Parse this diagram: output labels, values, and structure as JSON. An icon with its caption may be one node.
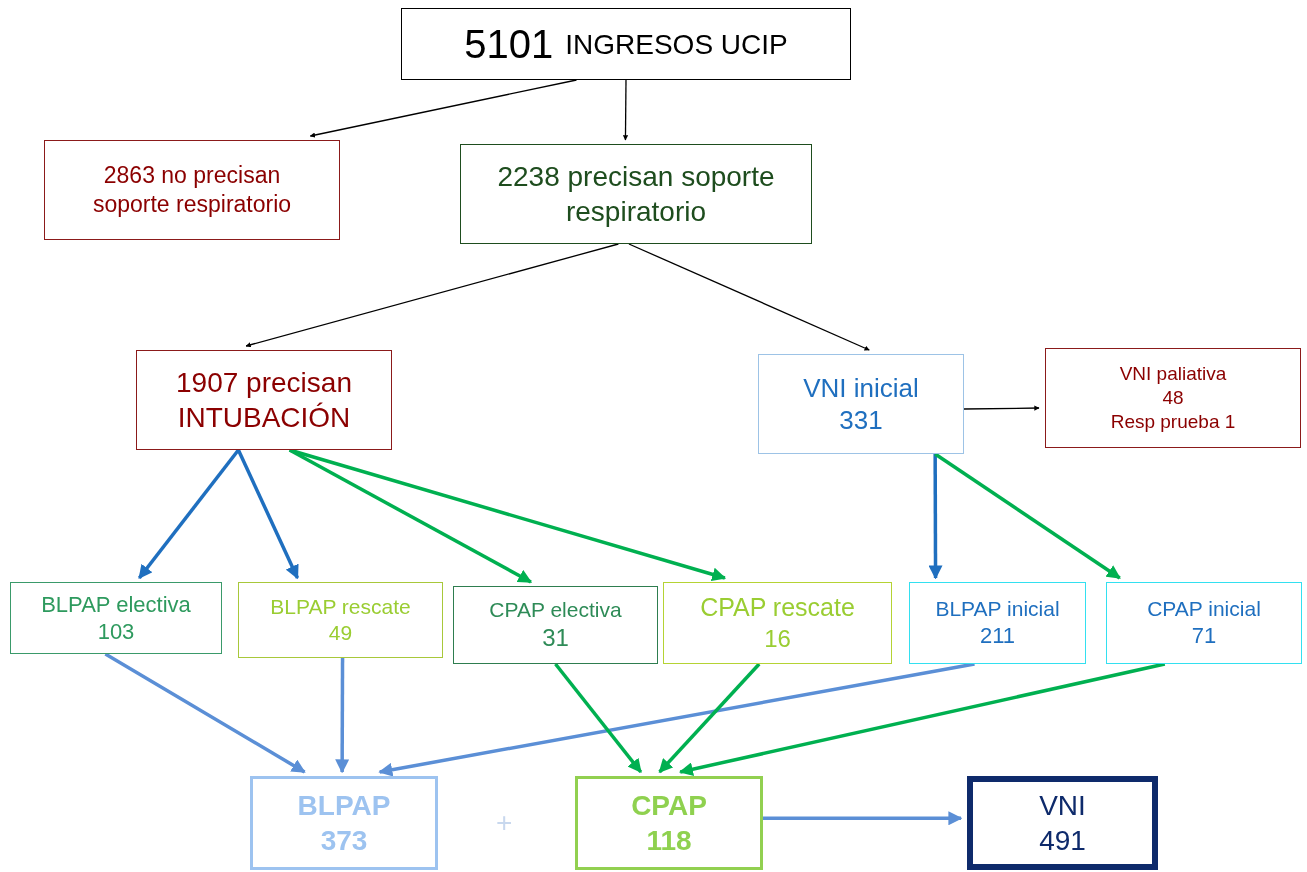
{
  "diagram": {
    "nodes": [
      {
        "text": [
          "5101",
          "INGRESOS UCIP"
        ]
      },
      {
        "text": [
          "2863 no precisan soporte respiratorio"
        ]
      },
      {
        "text": [
          "2238  precisan soporte respiratorio"
        ]
      },
      {
        "text": [
          "1907 precisan INTUBACIÓN"
        ]
      },
      {
        "text": [
          "VNI inicial",
          "331"
        ]
      },
      {
        "text": [
          "VNI paliativa",
          "48",
          "Resp  prueba 1"
        ]
      },
      {
        "text": [
          "BLPAP electiva",
          "103"
        ]
      },
      {
        "text": [
          "BLPAP rescate",
          "49"
        ]
      },
      {
        "text": [
          "CPAP electiva",
          "31"
        ]
      },
      {
        "text": [
          "CPAP rescate",
          "16"
        ]
      },
      {
        "text": [
          "BLPAP inicial",
          "211"
        ]
      },
      {
        "text": [
          "CPAP inicial",
          "71"
        ]
      },
      {
        "text": [
          "BLPAP",
          "373"
        ]
      },
      {
        "text": [
          "CPAP",
          "118"
        ]
      },
      {
        "text": [
          "VNI",
          "491"
        ]
      }
    ],
    "edges": [
      {
        "from": 0,
        "to": 1,
        "arrow": "to",
        "color": "#000000"
      },
      {
        "from": 0,
        "to": 2,
        "arrow": "to",
        "color": "#000000"
      },
      {
        "from": 2,
        "to": 3,
        "arrow": "to",
        "color": "#000000"
      },
      {
        "from": 2,
        "to": 4,
        "arrow": "to",
        "color": "#000000"
      },
      {
        "from": 4,
        "to": 5,
        "arrow": "to",
        "color": "#000000"
      },
      {
        "from": 3,
        "to": 6,
        "arrow": "to",
        "color": "#1f6fbf"
      },
      {
        "from": 3,
        "to": 7,
        "arrow": "to",
        "color": "#1f6fbf"
      },
      {
        "from": 3,
        "to": 8,
        "arrow": "to",
        "color": "#00b050"
      },
      {
        "from": 3,
        "to": 9,
        "arrow": "to",
        "color": "#00b050"
      },
      {
        "from": 4,
        "to": 10,
        "arrow": "to",
        "color": "#1f6fbf"
      },
      {
        "from": 4,
        "to": 11,
        "arrow": "to",
        "color": "#00b050"
      },
      {
        "from": 6,
        "to": 12,
        "arrow": "to",
        "color": "#5b8fd6"
      },
      {
        "from": 7,
        "to": 12,
        "arrow": "to",
        "color": "#5b8fd6"
      },
      {
        "from": 10,
        "to": 12,
        "arrow": "to",
        "color": "#5b8fd6"
      },
      {
        "from": 8,
        "to": 13,
        "arrow": "to",
        "color": "#00b050"
      },
      {
        "from": 9,
        "to": 13,
        "arrow": "to",
        "color": "#00b050"
      },
      {
        "from": 11,
        "to": 13,
        "arrow": "to",
        "color": "#00b050"
      },
      {
        "from": 13,
        "to": 14,
        "arrow": "to",
        "color": "#5b8fd6"
      }
    ],
    "labels": [
      "+"
    ]
  }
}
